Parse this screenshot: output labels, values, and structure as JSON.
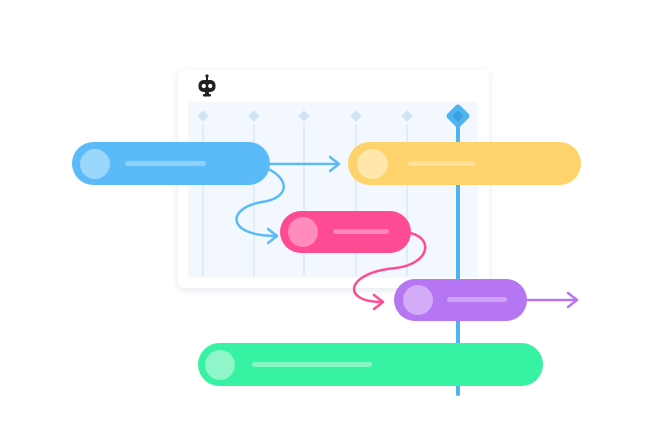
{
  "colors": {
    "accent": "#4fb3f0",
    "task_blue": "#5abbf8",
    "task_yellow": "#ffd36c",
    "task_pink": "#ff4b93",
    "task_purple": "#b676f4",
    "task_green": "#36f2a2"
  },
  "icons": {
    "header": "robot-icon"
  },
  "timeline": {
    "column_markers": 6,
    "current_marker": "diamond"
  },
  "tasks": [
    {
      "id": "task-blue",
      "color": "#5abbf8"
    },
    {
      "id": "task-yellow",
      "color": "#ffd36c"
    },
    {
      "id": "task-pink",
      "color": "#ff4b93"
    },
    {
      "id": "task-purple",
      "color": "#b676f4"
    },
    {
      "id": "task-green",
      "color": "#36f2a2"
    }
  ],
  "dependencies": [
    {
      "from": "task-blue",
      "to": "task-yellow"
    },
    {
      "from": "task-blue",
      "to": "task-pink"
    },
    {
      "from": "task-pink",
      "to": "task-purple"
    },
    {
      "from": "task-purple",
      "to": "outgoing"
    }
  ]
}
